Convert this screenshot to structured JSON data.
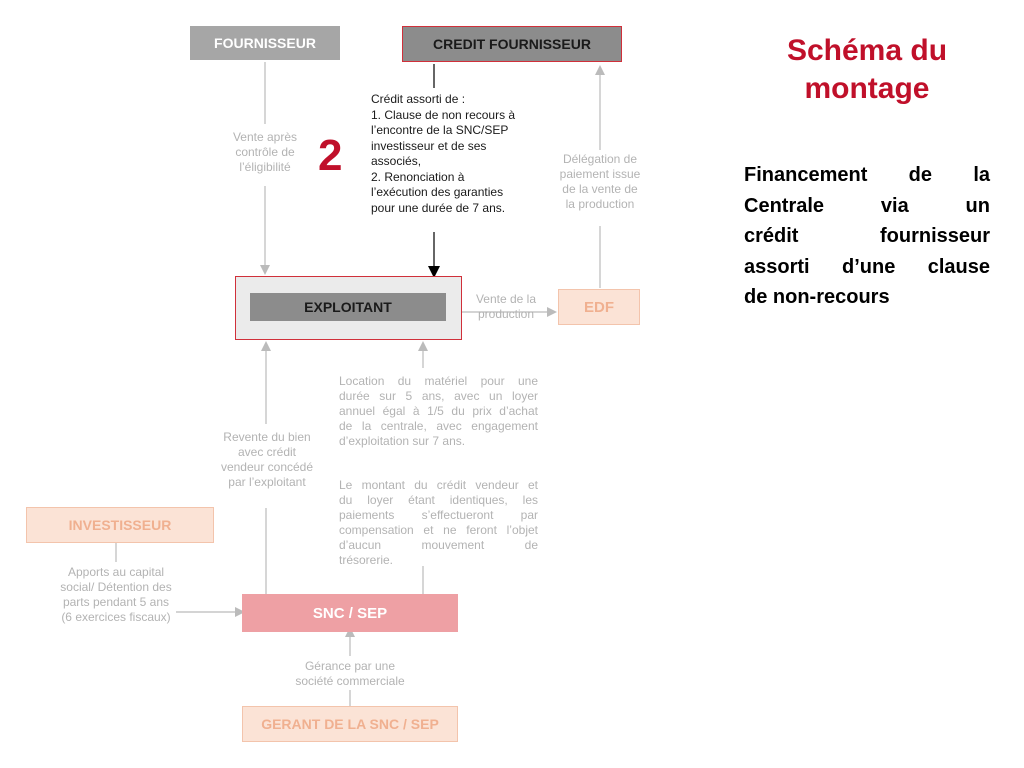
{
  "page": {
    "title_line1": "Schéma du",
    "title_line2": "montage",
    "description_lines": [
      "Financement de la",
      "Centrale via un",
      "crédit fournisseur",
      "assorti d’une clause",
      "de non-recours"
    ]
  },
  "step_number": "2",
  "nodes": {
    "fournisseur": "FOURNISSEUR",
    "credit_fournisseur": "CREDIT FOURNISSEUR",
    "exploitant": "EXPLOITANT",
    "edf": "EDF",
    "investisseur": "INVESTISSEUR",
    "snc_sep": "SNC / SEP",
    "gerant": "GERANT DE LA SNC / SEP"
  },
  "labels": {
    "vente_apres": [
      "Vente après",
      "contrôle de",
      "l’éligibilité"
    ],
    "credit_assorti": [
      "Crédit assorti de :",
      "1. Clause de non recours à",
      "l’encontre de la SNC/SEP",
      "investisseur et de ses",
      "associés,",
      "2. Renonciation à",
      "l’exécution des garanties",
      "pour une durée de 7 ans."
    ],
    "delegation": [
      "Délégation de",
      "paiement issue",
      "de la vente de",
      "la production"
    ],
    "vente_production": [
      "Vente de la",
      "production"
    ],
    "location": [
      "Location du matériel pour une",
      "durée sur 5 ans, avec un loyer",
      "annuel égal à 1/5 du prix d’achat",
      "de la centrale, avec engagement",
      "d’exploitation sur 7 ans."
    ],
    "montant": [
      "Le montant du crédit vendeur et",
      "du loyer étant identiques, les",
      "paiements s’effectueront par",
      "compensation et ne feront l’objet",
      "d’aucun mouvement de",
      "trésorerie."
    ],
    "revente": [
      "Revente du bien",
      "avec crédit",
      "vendeur concédé",
      "par l’exploitant"
    ],
    "apports": [
      "Apports au capital",
      "social/ Détention des",
      "parts pendant 5 ans",
      "(6 exercices fiscaux)"
    ],
    "gerance": [
      "Gérance par une",
      "société commerciale"
    ]
  },
  "colors": {
    "title_red": "#c0102a",
    "box_gray": "#a6a6a6",
    "box_dark_gray": "#8c8c8c",
    "accent_red_border": "#d0303a",
    "peach_bg": "#fbe3d6",
    "peach_text": "#f0b090",
    "pink_bg": "#eea0a4",
    "arrow_gray": "#bbbbbb",
    "text_light": "#b3b3b3"
  }
}
